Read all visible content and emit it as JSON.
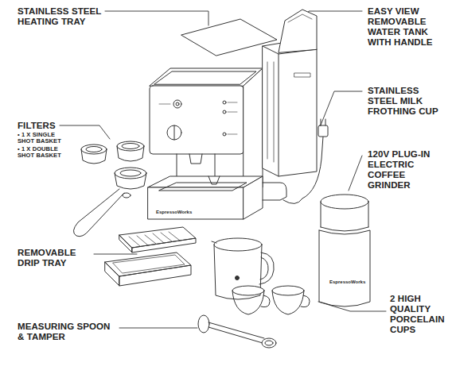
{
  "diagram": {
    "labels": [
      "STAINLESS STEEL HEATING TRAY",
      "FILTERS",
      "• 1 X SINGLE SHOT BASKET",
      "• 1 X DOUBLE SHOT BASKET",
      "REMOVABLE DRIP TRAY",
      "MEASURING SPOON & TAMPER",
      "EASY VIEW REMOVABLE WATER TANK WITH HANDLE",
      "STAINLESS STEEL MILK FROTHING CUP",
      "120V PLUG-IN ELECTRIC COFFEE GRINDER",
      "2 HIGH QUALITY PORCELAIN CUPS",
      "EspressoWorks",
      "EspressoWorks"
    ]
  }
}
